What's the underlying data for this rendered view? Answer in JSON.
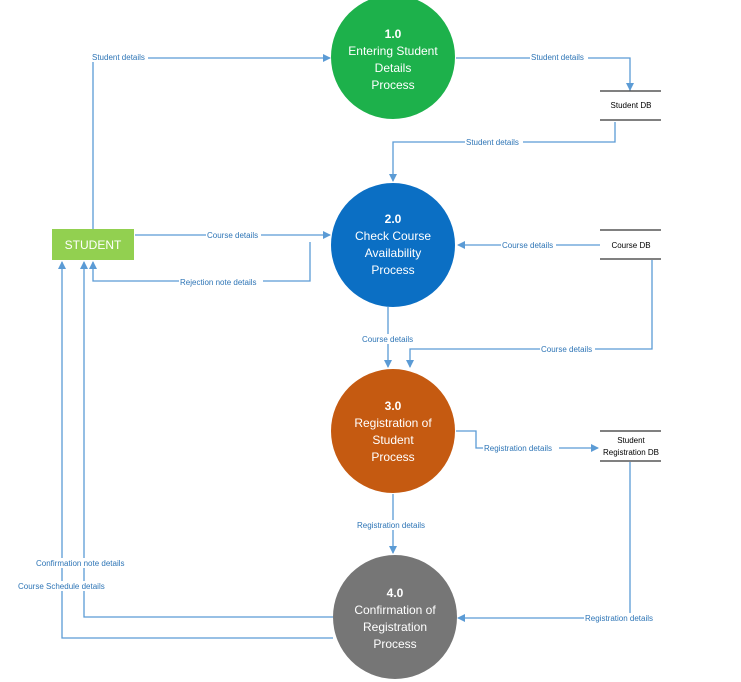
{
  "processes": [
    {
      "id": "p1",
      "number": "1.0",
      "lines": [
        "Entering Student",
        "Details",
        "Process"
      ],
      "color": "#1db14b"
    },
    {
      "id": "p2",
      "number": "2.0",
      "lines": [
        "Check Course",
        "Availability",
        "Process"
      ],
      "color": "#0b6fc4"
    },
    {
      "id": "p3",
      "number": "3.0",
      "lines": [
        "Registration  of",
        "Student",
        "Process"
      ],
      "color": "#c55a11"
    },
    {
      "id": "p4",
      "number": "4.0",
      "lines": [
        "Confirmation of",
        "Registration",
        "Process"
      ],
      "color": "#767676"
    }
  ],
  "entity": {
    "label": "STUDENT",
    "color": "#92d050"
  },
  "stores": [
    {
      "id": "s1",
      "lines": [
        "Student DB"
      ]
    },
    {
      "id": "s2",
      "lines": [
        "Course DB"
      ]
    },
    {
      "id": "s3",
      "lines": [
        "Student",
        "Registration DB"
      ]
    }
  ],
  "flows": [
    {
      "id": "f1",
      "label": "Student details"
    },
    {
      "id": "f2",
      "label": "Student details"
    },
    {
      "id": "f3",
      "label": "Student details"
    },
    {
      "id": "f4",
      "label": "Course details"
    },
    {
      "id": "f5",
      "label": "Rejection note details"
    },
    {
      "id": "f6",
      "label": "Course details"
    },
    {
      "id": "f7",
      "label": "Course details"
    },
    {
      "id": "f8",
      "label": "Course details"
    },
    {
      "id": "f9",
      "label": "Registration details"
    },
    {
      "id": "f10",
      "label": "Registration details"
    },
    {
      "id": "f11",
      "label": "Registration details"
    },
    {
      "id": "f12",
      "label": "Confirmation note details"
    },
    {
      "id": "f13",
      "label": "Course Schedule details"
    }
  ]
}
